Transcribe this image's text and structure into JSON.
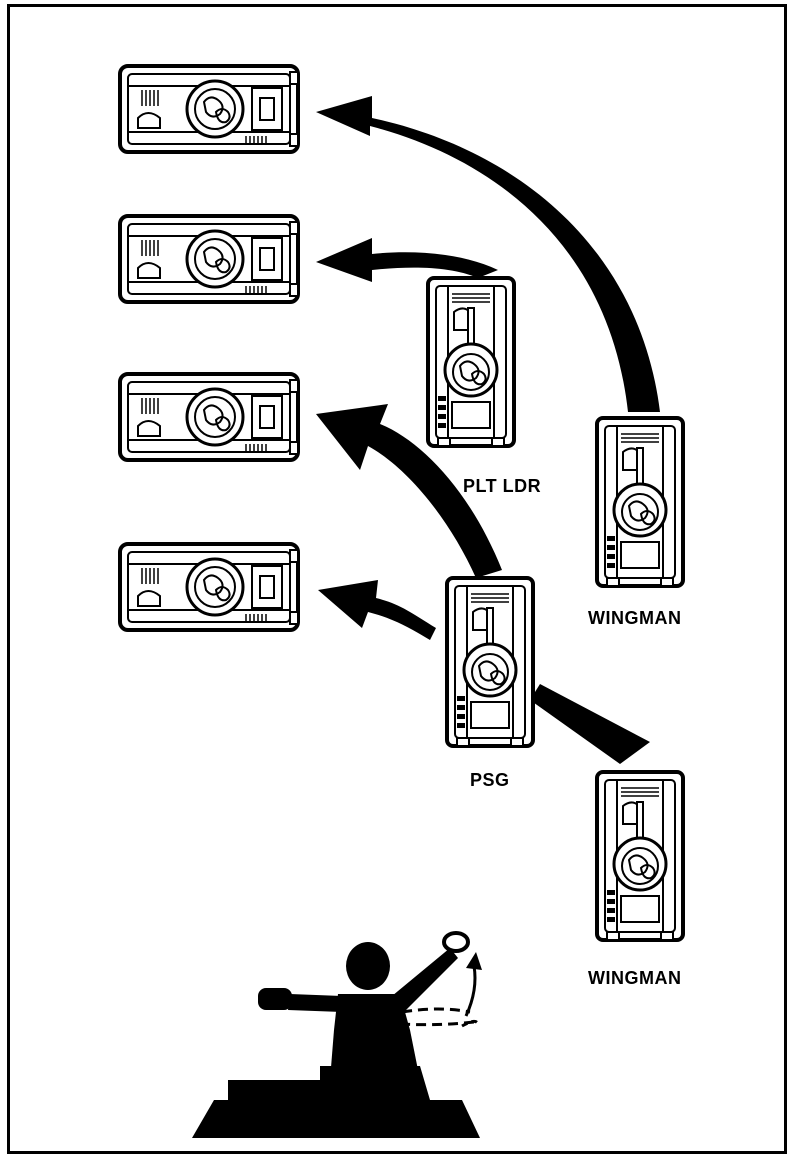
{
  "labels": {
    "platoon_leader": "PLT LDR",
    "wingman_upper": "WINGMAN",
    "platoon_sergeant": "PSG",
    "wingman_lower": "WINGMAN"
  },
  "colors": {
    "ink": "#000000",
    "paper": "#ffffff"
  },
  "icons": {
    "tank": "tank-top-view-icon",
    "arrow": "curved-arrow-icon",
    "signaler": "hand-signal-silhouette-icon"
  }
}
